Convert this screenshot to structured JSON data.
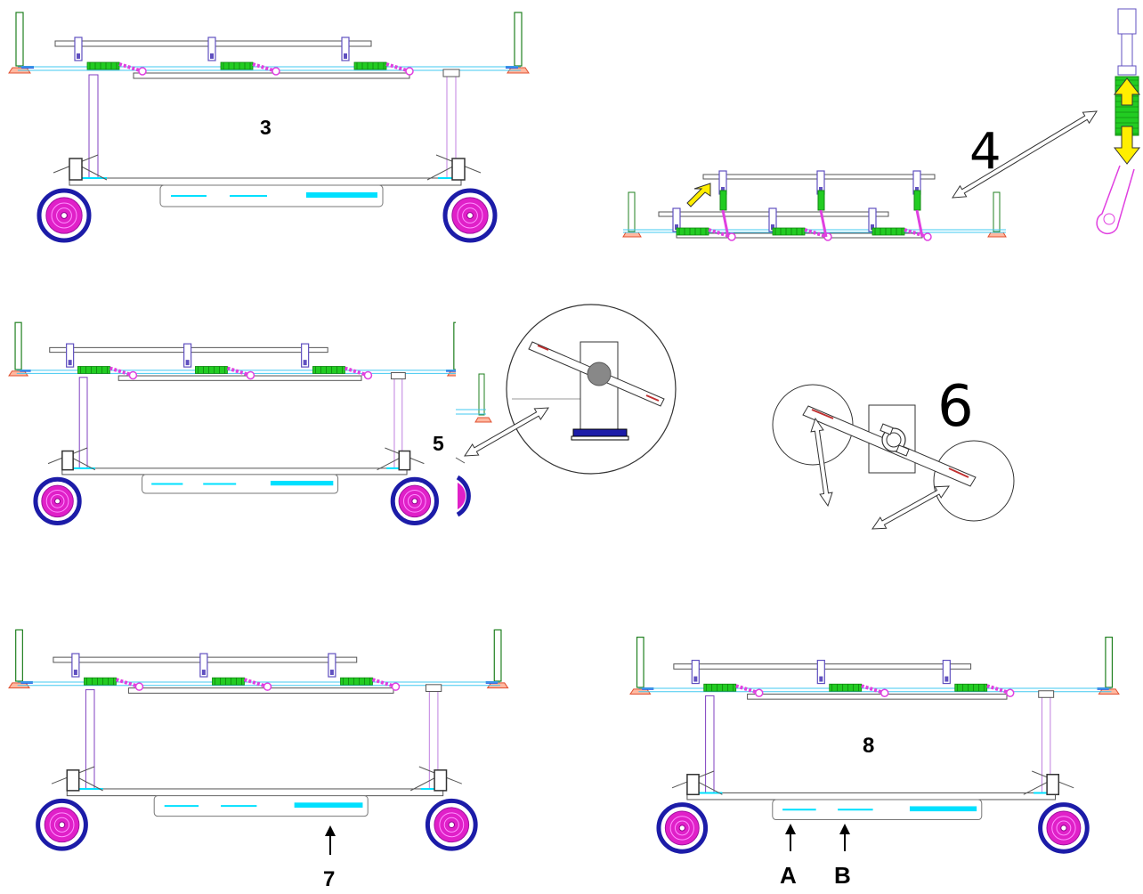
{
  "labels": {
    "step3": "3",
    "step4": "4",
    "step5": "5",
    "step6": "6",
    "step7": "7",
    "step8": "8",
    "marker_a": "A",
    "marker_b": "B"
  },
  "colors": {
    "wheel_outer": "#1c1ca8",
    "wheel_inner": "#e020c8",
    "latch": "#22cc22",
    "lever": "#e040e0",
    "clamp": "#6050c0",
    "post": "#208020",
    "rail_line": "#40c8f0",
    "accent_cyan": "#00e0ff",
    "foot": "#e05030",
    "arrow_yellow": "#ffee00"
  }
}
